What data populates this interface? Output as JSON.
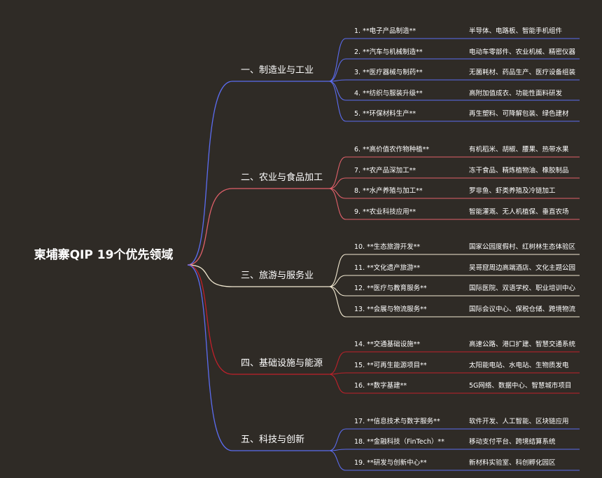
{
  "title": "柬埔寨QIP 19个优先领域",
  "colors": {
    "background": "#2f2b26",
    "branch_1": "#5b6cf0",
    "branch_2": "#e0606a",
    "branch_3": "#f3ead2",
    "branch_4": "#c0202a",
    "branch_5": "#5b6cf0"
  },
  "branches": [
    {
      "label": "一、制造业与工业",
      "leaves": [
        {
          "label": "1. **电子产品制造**",
          "detail": "半导体、电路板、智能手机组件"
        },
        {
          "label": "2. **汽车与机械制造**",
          "detail": "电动车零部件、农业机械、精密仪器"
        },
        {
          "label": "3. **医疗器械与制药**",
          "detail": "无菌耗材、药品生产、医疗设备组装"
        },
        {
          "label": "4. **纺织与服装升级**",
          "detail": "高附加值成衣、功能性面料研发"
        },
        {
          "label": "5. **环保材料生产**",
          "detail": "再生塑料、可降解包装、绿色建材"
        }
      ]
    },
    {
      "label": "二、农业与食品加工",
      "leaves": [
        {
          "label": "6. **高价值农作物种植**",
          "detail": "有机稻米、胡椒、腰果、热带水果"
        },
        {
          "label": "7. **农产品深加工**",
          "detail": "冻干食品、精炼植物油、橡胶制品"
        },
        {
          "label": "8. **水产养殖与加工**",
          "detail": "罗非鱼、虾类养殖及冷链加工"
        },
        {
          "label": "9. **农业科技应用**",
          "detail": "智能灌溉、无人机植保、垂直农场"
        }
      ]
    },
    {
      "label": "三、旅游与服务业",
      "leaves": [
        {
          "label": "10. **生态旅游开发**",
          "detail": "国家公园度假村、红树林生态体验区"
        },
        {
          "label": "11. **文化遗产旅游**",
          "detail": "吴哥窟周边高端酒店、文化主题公园"
        },
        {
          "label": "12. **医疗与教育服务**",
          "detail": "国际医院、双语学校、职业培训中心"
        },
        {
          "label": "13. **会展与物流服务**",
          "detail": "国际会议中心、保税仓储、跨境物流"
        }
      ]
    },
    {
      "label": "四、基础设施与能源",
      "leaves": [
        {
          "label": "14. **交通基础设施**",
          "detail": "高速公路、港口扩建、智慧交通系统"
        },
        {
          "label": "15. **可再生能源项目**",
          "detail": "太阳能电站、水电站、生物质发电"
        },
        {
          "label": "16. **数字基建**",
          "detail": "5G网络、数据中心、智慧城市项目"
        }
      ]
    },
    {
      "label": "五、科技与创新",
      "leaves": [
        {
          "label": "17. **信息技术与数字服务**",
          "detail": "软件开发、人工智能、区块链应用"
        },
        {
          "label": "18. **金融科技（FinTech）**",
          "detail": "移动支付平台、跨境结算系统"
        },
        {
          "label": "19. **研发与创新中心**",
          "detail": "新材料实验室、科创孵化园区"
        }
      ]
    }
  ]
}
